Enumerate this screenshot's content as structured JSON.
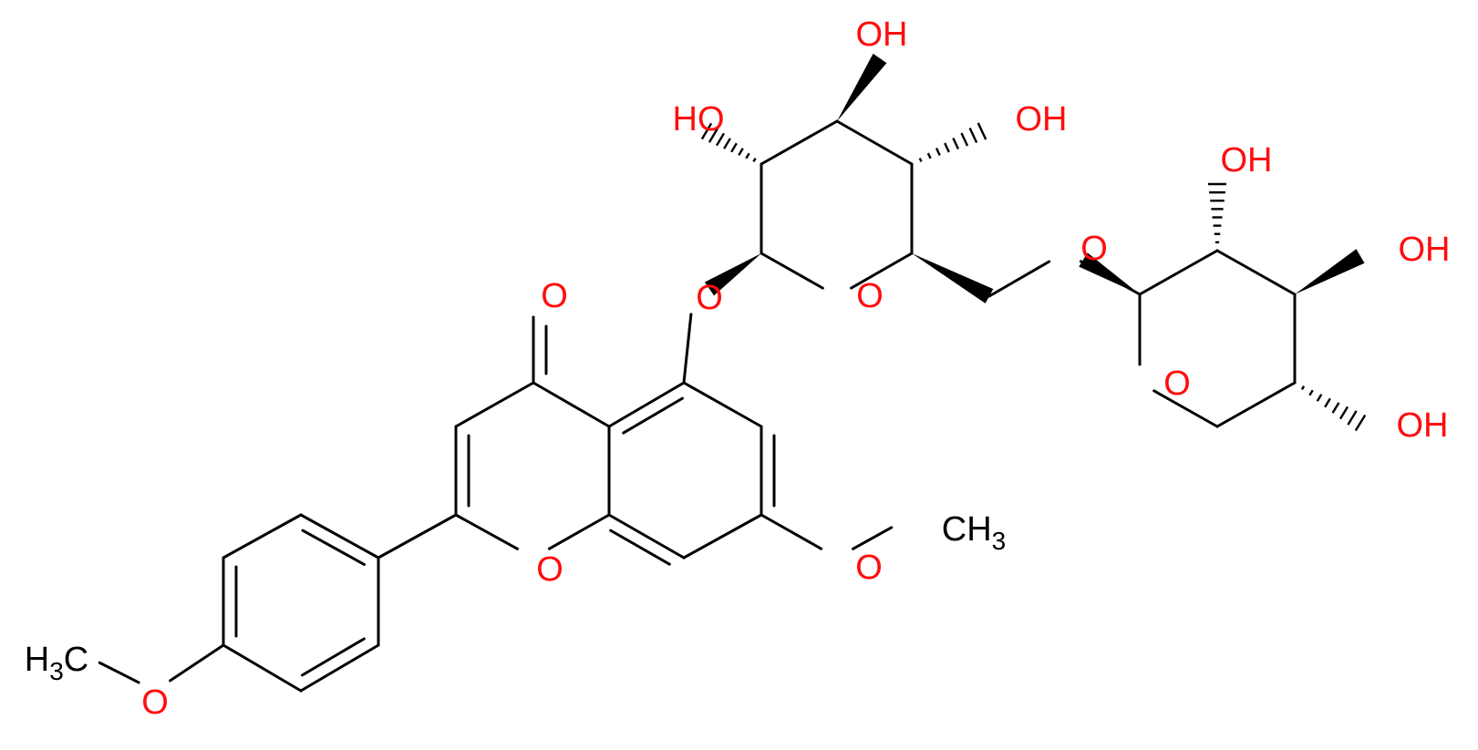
{
  "colors": {
    "bond": "#000000",
    "oxygen": "#ff0d0d",
    "carbon_label": "#000000",
    "background": "#ffffff"
  },
  "labels": {
    "oh_top": "OH",
    "oh_glc_left": "HO",
    "oh_glc_right": "OH",
    "ring_o_glc": "O",
    "glycosidic_o5": "O",
    "ketone_o": "O",
    "link_o6": "O",
    "oh_ara_top": "OH",
    "oh_ara_mid": "OH",
    "ring_o_ara": "O",
    "oh_ara_bottom": "OH",
    "methoxy_o7": "O",
    "methyl_right": "CH3",
    "chromone_o": "O",
    "methyl_left": "H3C",
    "methoxy_o4p": "O"
  }
}
